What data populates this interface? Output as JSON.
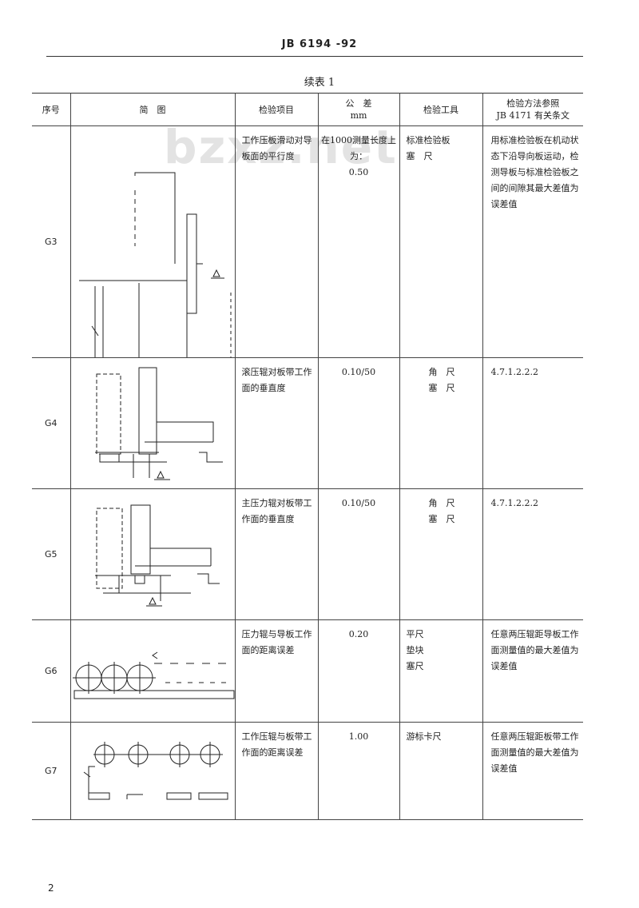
{
  "header": {
    "standard_no": "JB 6194 -92"
  },
  "subtitle": "续表 1",
  "watermark": "bzxz.net",
  "table": {
    "columns": [
      "序号",
      "简　图",
      "检验项目",
      "公　差\nmm",
      "检验工具",
      "检验方法参照\nJB 4171 有关条文"
    ],
    "rows": [
      {
        "seq": "G3",
        "item": "工作压板滑动对导板面的平行度",
        "tolerance": "在1000测量长度上为：\n0.50",
        "tools": "标准检验板\n塞　尺",
        "method": "用标准检验板在机动状态下沿导向板运动，检测导板与标准检验板之间的间隙其最大差值为误差值"
      },
      {
        "seq": "G4",
        "item": "滚压辊对板带工作面的垂直度",
        "tolerance": "0.10/50",
        "tools": "角　尺\n塞　尺",
        "method": "4.7.1.2.2.2"
      },
      {
        "seq": "G5",
        "item": "主压力辊对板带工作面的垂直度",
        "tolerance": "0.10/50",
        "tools": "角　尺\n塞　尺",
        "method": "4.7.1.2.2.2"
      },
      {
        "seq": "G6",
        "item": "压力辊与导板工作面的距离误差",
        "tolerance": "0.20",
        "tools": "平尺\n垫块\n塞尺",
        "method": "任意两压辊距导板工作面测量值的最大差值为误差值"
      },
      {
        "seq": "G7",
        "item": "工作压辊与板带工作面的距离误差",
        "tolerance": "1.00",
        "tools": "游标卡尺",
        "method": "任意两压辊距板带工作面测量值的最大差值为误差值"
      }
    ]
  },
  "footer": {
    "page_number": "2"
  }
}
